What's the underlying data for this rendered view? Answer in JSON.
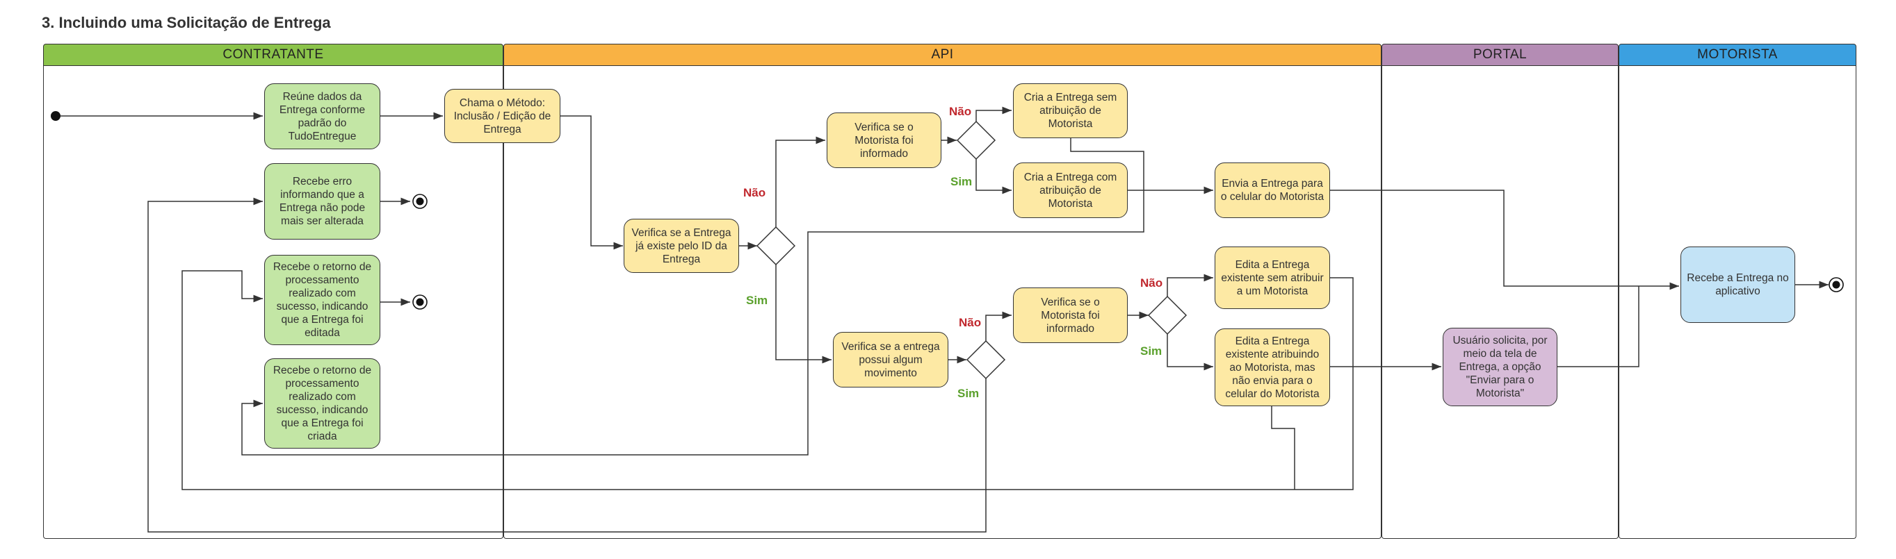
{
  "title": "3. Incluindo uma Solicitação de Entrega",
  "colors": {
    "contratante": "#8bc34a",
    "api": "#f9b244",
    "portal": "#b48cb4",
    "motorista": "#3ba0e0",
    "nao": "#c0272d",
    "sim": "#5aa02c"
  },
  "lanes": [
    {
      "name": "CONTRATANTE"
    },
    {
      "name": "API"
    },
    {
      "name": "PORTAL"
    },
    {
      "name": "MOTORISTA"
    }
  ],
  "nodes": {
    "reune": "Reúne dados da Entrega conforme padrão do TudoEntregue",
    "erro": "Recebe erro informando que a Entrega não pode mais ser alterada",
    "retorno_editada": "Recebe o retorno de processamento realizado com sucesso, indicando que a Entrega foi editada",
    "retorno_criada": "Recebe o retorno de processamento realizado com sucesso, indicando que a Entrega foi criada",
    "chama": "Chama o Método: Inclusão / Edição de Entrega",
    "verifica_existe": "Verifica se a Entrega já existe pelo ID da Entrega",
    "verifica_motorista_1": "Verifica se o Motorista foi informado",
    "cria_sem": "Cria a Entrega sem atribuição de Motorista",
    "cria_com": "Cria a Entrega com atribuição de Motorista",
    "envia": "Envia a Entrega para o celular do Motorista",
    "verifica_movimento": "Verifica se a entrega possui algum movimento",
    "verifica_motorista_2": "Verifica se o Motorista foi informado",
    "edita_sem": "Edita a Entrega existente sem atribuir a um Motorista",
    "edita_com": "Edita a Entrega existente atribuindo ao Motorista, mas não envia para o celular do Motorista",
    "portal_solicita": "Usuário solicita, por meio da tela de Entrega, a opção \"Enviar para o Motorista\"",
    "recebe_app": "Recebe a Entrega no aplicativo"
  },
  "labels": {
    "nao_1": "Não",
    "sim_1": "Sim",
    "nao_2": "Não",
    "sim_2": "Sim",
    "nao_3": "Não",
    "sim_3": "Sim",
    "nao_4": "Não",
    "sim_4": "Sim"
  }
}
